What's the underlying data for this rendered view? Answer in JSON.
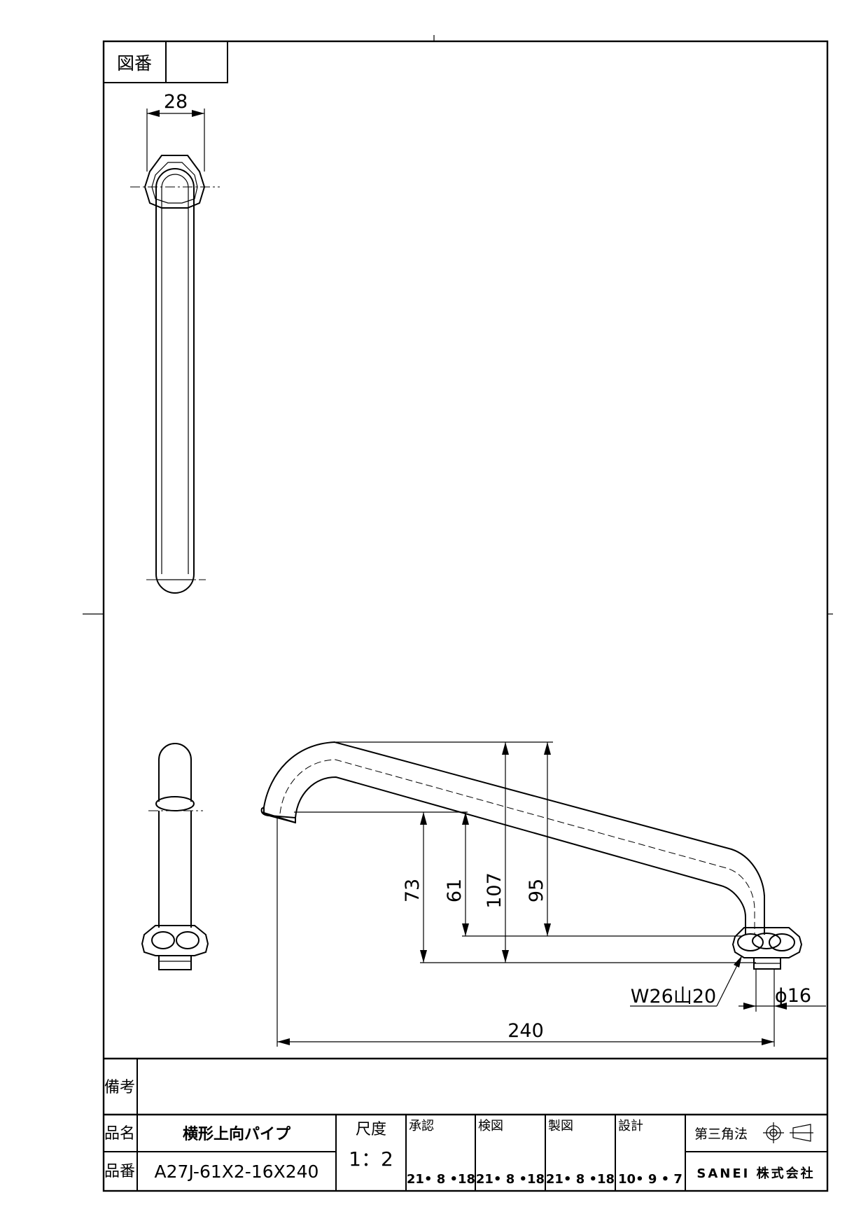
{
  "drawing_number_label": "図番",
  "drawing_number_value": "",
  "dimensions": {
    "top_width": "28",
    "h73": "73",
    "h61": "61",
    "h107": "107",
    "h95": "95",
    "thread": "W26山20",
    "diameter": "ϕ16",
    "length": "240"
  },
  "title_block": {
    "remarks_label": "備考",
    "remarks_value": "",
    "product_name_label": "品名",
    "product_name": "横形上向パイプ",
    "product_number_label": "品番",
    "product_number": "A27J-61X2-16X240",
    "scale_label": "尺度",
    "scale_value": "1：2",
    "approval_label": "承認",
    "approval_date": "21• 8 •18",
    "inspection_label": "検図",
    "inspection_date": "21• 8 •18",
    "drafting_label": "製図",
    "drafting_date": "21• 8 •18",
    "design_label": "設計",
    "design_date": "10• 9 • 7",
    "projection_label": "第三角法",
    "company": "SANEI 株式会社"
  }
}
